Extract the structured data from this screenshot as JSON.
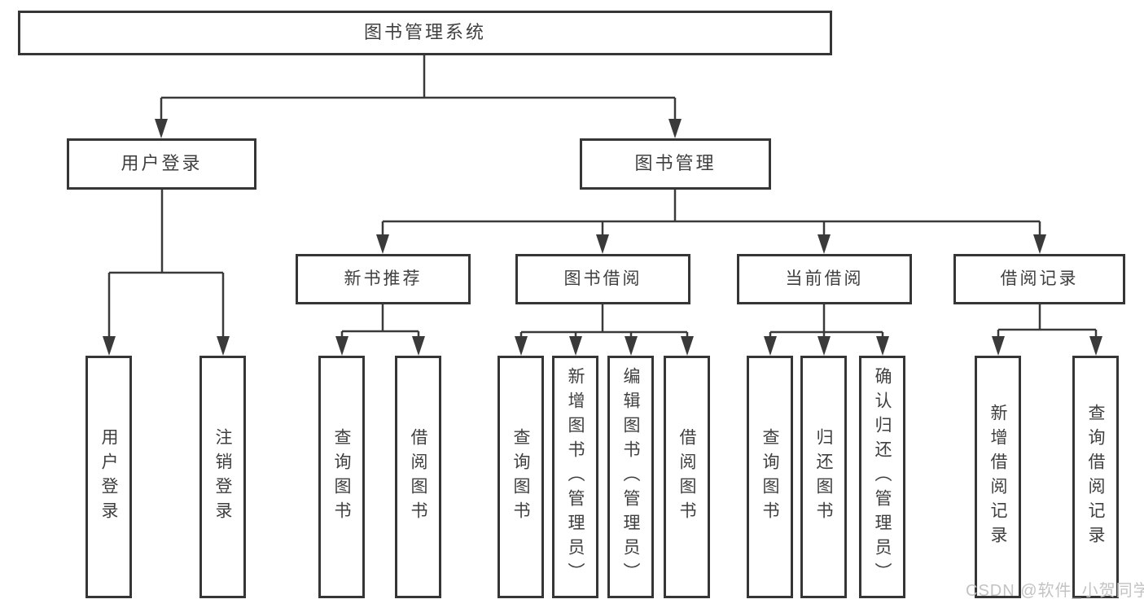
{
  "diagram_type": "hierarchy",
  "tree": {
    "label": "图书管理系统",
    "children": [
      {
        "label": "用户登录",
        "children": [
          {
            "label": "用户登录"
          },
          {
            "label": "注销登录"
          }
        ]
      },
      {
        "label": "图书管理",
        "children": [
          {
            "label": "新书推荐",
            "children": [
              {
                "label": "查询图书"
              },
              {
                "label": "借阅图书"
              }
            ]
          },
          {
            "label": "图书借阅",
            "children": [
              {
                "label": "查询图书"
              },
              {
                "label": "新增图书（管理员）"
              },
              {
                "label": "编辑图书（管理员）"
              },
              {
                "label": "借阅图书"
              }
            ]
          },
          {
            "label": "当前借阅",
            "children": [
              {
                "label": "查询图书"
              },
              {
                "label": "归还图书"
              },
              {
                "label": "确认归还（管理员）"
              }
            ]
          },
          {
            "label": "借阅记录",
            "children": [
              {
                "label": "新增借阅记录"
              },
              {
                "label": "查询借阅记录"
              }
            ]
          }
        ]
      }
    ]
  },
  "watermark": {
    "text": "CSDN @软件_小贺同学"
  },
  "colors": {
    "background": "#ffffff",
    "box_border": "#363636",
    "connector_line": "#3a3a3a",
    "text": "#3f3f3f",
    "watermark_text": "#c3c3c3"
  }
}
